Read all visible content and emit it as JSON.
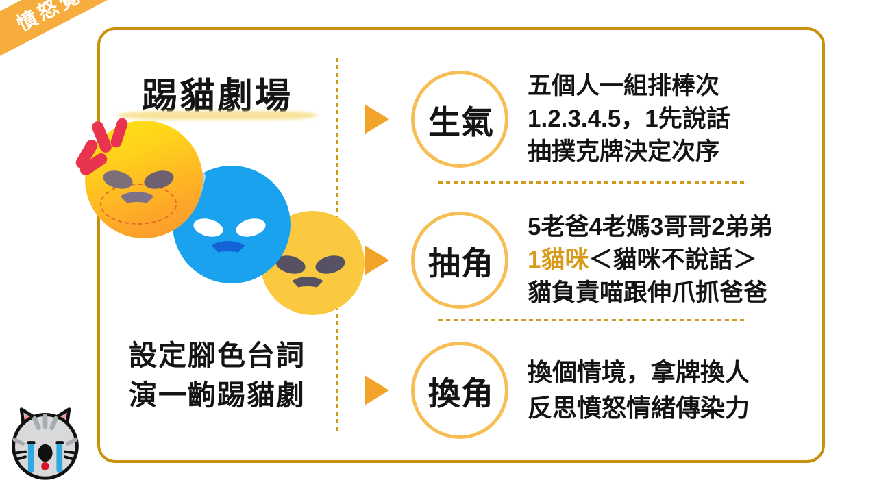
{
  "ribbon": {
    "text": "憤怒覺察"
  },
  "left": {
    "title": "踢貓劇場",
    "caption_line1": "設定腳色台詞",
    "caption_line2": "演一齣踢貓劇",
    "mascot_icon": "crying-cat-icon",
    "emoji_icons": [
      "angry-face-orange-icon",
      "angry-face-blue-icon",
      "angry-face-yellow-icon"
    ]
  },
  "rows": [
    {
      "marker_icon": "triangle-right-icon",
      "badge": "生氣",
      "lines": [
        {
          "text": "五個人一組排棒次"
        },
        {
          "text": "1.2.3.4.5，1先說話"
        },
        {
          "text": "抽撲克牌決定次序"
        }
      ]
    },
    {
      "marker_icon": "triangle-right-icon",
      "badge": "抽角",
      "lines": [
        {
          "text": "5老爸4老媽3哥哥2弟弟"
        },
        {
          "highlight": "1貓咪",
          "text": "＜貓咪不說話＞"
        },
        {
          "text": "貓負責喵跟伸爪抓爸爸"
        }
      ]
    },
    {
      "marker_icon": "triangle-right-icon",
      "badge": "換角",
      "lines": [
        {
          "text": "換個情境，拿牌換人"
        },
        {
          "text": "反思憤怒情緒傳染力"
        }
      ]
    }
  ],
  "colors": {
    "ribbon_bg": "#F7AC3E",
    "frame_border": "#C8920E",
    "circle_stroke": "#F7BE55",
    "triangle": "#F2A32A",
    "dotted_divider": "#D09A18",
    "highlight_text": "#D99A17",
    "title_underline": "#F7E39B",
    "face_orange": "#FDA62A",
    "face_blue": "#1BA2EF",
    "face_yellow": "#FBC93F"
  }
}
